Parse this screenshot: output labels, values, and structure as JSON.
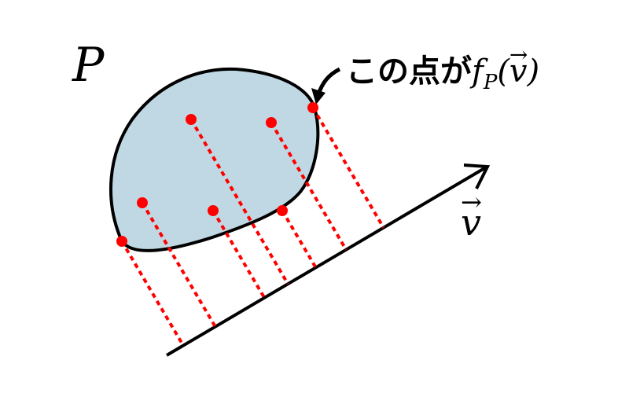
{
  "labels": {
    "polygon": "P",
    "vector": "v",
    "callout_text": "この点が",
    "callout_func": "f",
    "callout_sub": "P",
    "callout_open": "(",
    "callout_arg": "v",
    "callout_close": ")"
  },
  "colors": {
    "fill": "#c0d8e3",
    "point": "#ff0000",
    "line": "#000000"
  }
}
